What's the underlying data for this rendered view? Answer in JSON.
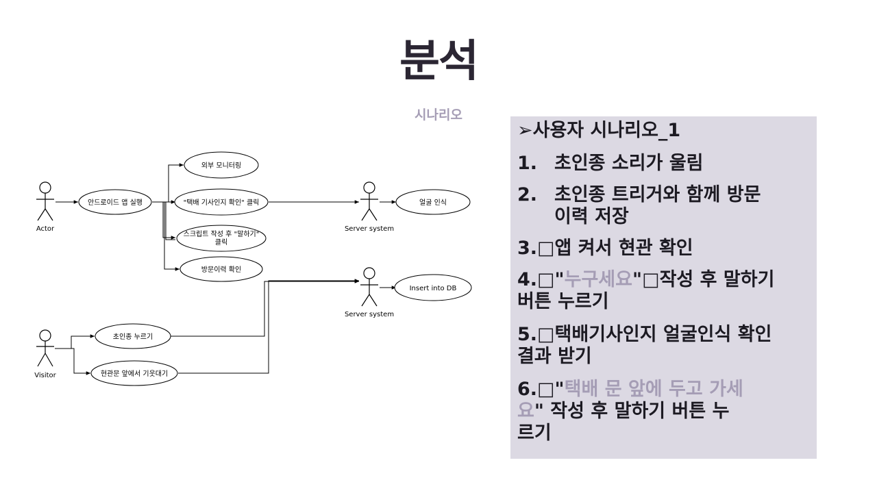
{
  "header": {
    "title": "분석",
    "subtitle": "시나리오"
  },
  "diagram": {
    "actors": {
      "actor": "Actor",
      "server1": "Server system",
      "server2": "Server system",
      "visitor": "Visitor"
    },
    "usecases": {
      "app_launch": "안드로이드 앱 실행",
      "monitoring": "외부 모니터링",
      "courier_click": "\"택배 기사인지 확인\" 클릭",
      "script_line1": "스크립트 작성 후 \"말하기\"",
      "script_line2": "클릭",
      "history": "방문이력 확인",
      "face_recog": "얼굴 인식",
      "insert_db": "Insert into DB",
      "doorbell": "초인종 누르기",
      "waiting": "현관문 앞에서 기웃대기"
    }
  },
  "scenario": {
    "heading": "➢사용자 시나리오_1",
    "s1_num": "1.",
    "s1": "초인종 소리가 울림",
    "s2_num": "2.",
    "s2_a": "초인종 트리거와 함께 방문",
    "s2_b": "이력 저장",
    "s3": "3.□앱 켜서 현관 확인",
    "s4_prefix": "4.□\"",
    "s4_hl": "누구세요",
    "s4_suffix": "\"□작성 후 말하기",
    "s4_b": "버튼 누르기",
    "s5_a": "5.□택배기사인지 얼굴인식 확인",
    "s5_b": "결과 받기",
    "s6_prefix": "6.□\"",
    "s6_hl_a": "택배 문 앞에 두고 가세",
    "s6_hl_b": "요",
    "s6_b_suffix": "\" 작성 후 말하기 버튼 누",
    "s6_c": "르기"
  }
}
